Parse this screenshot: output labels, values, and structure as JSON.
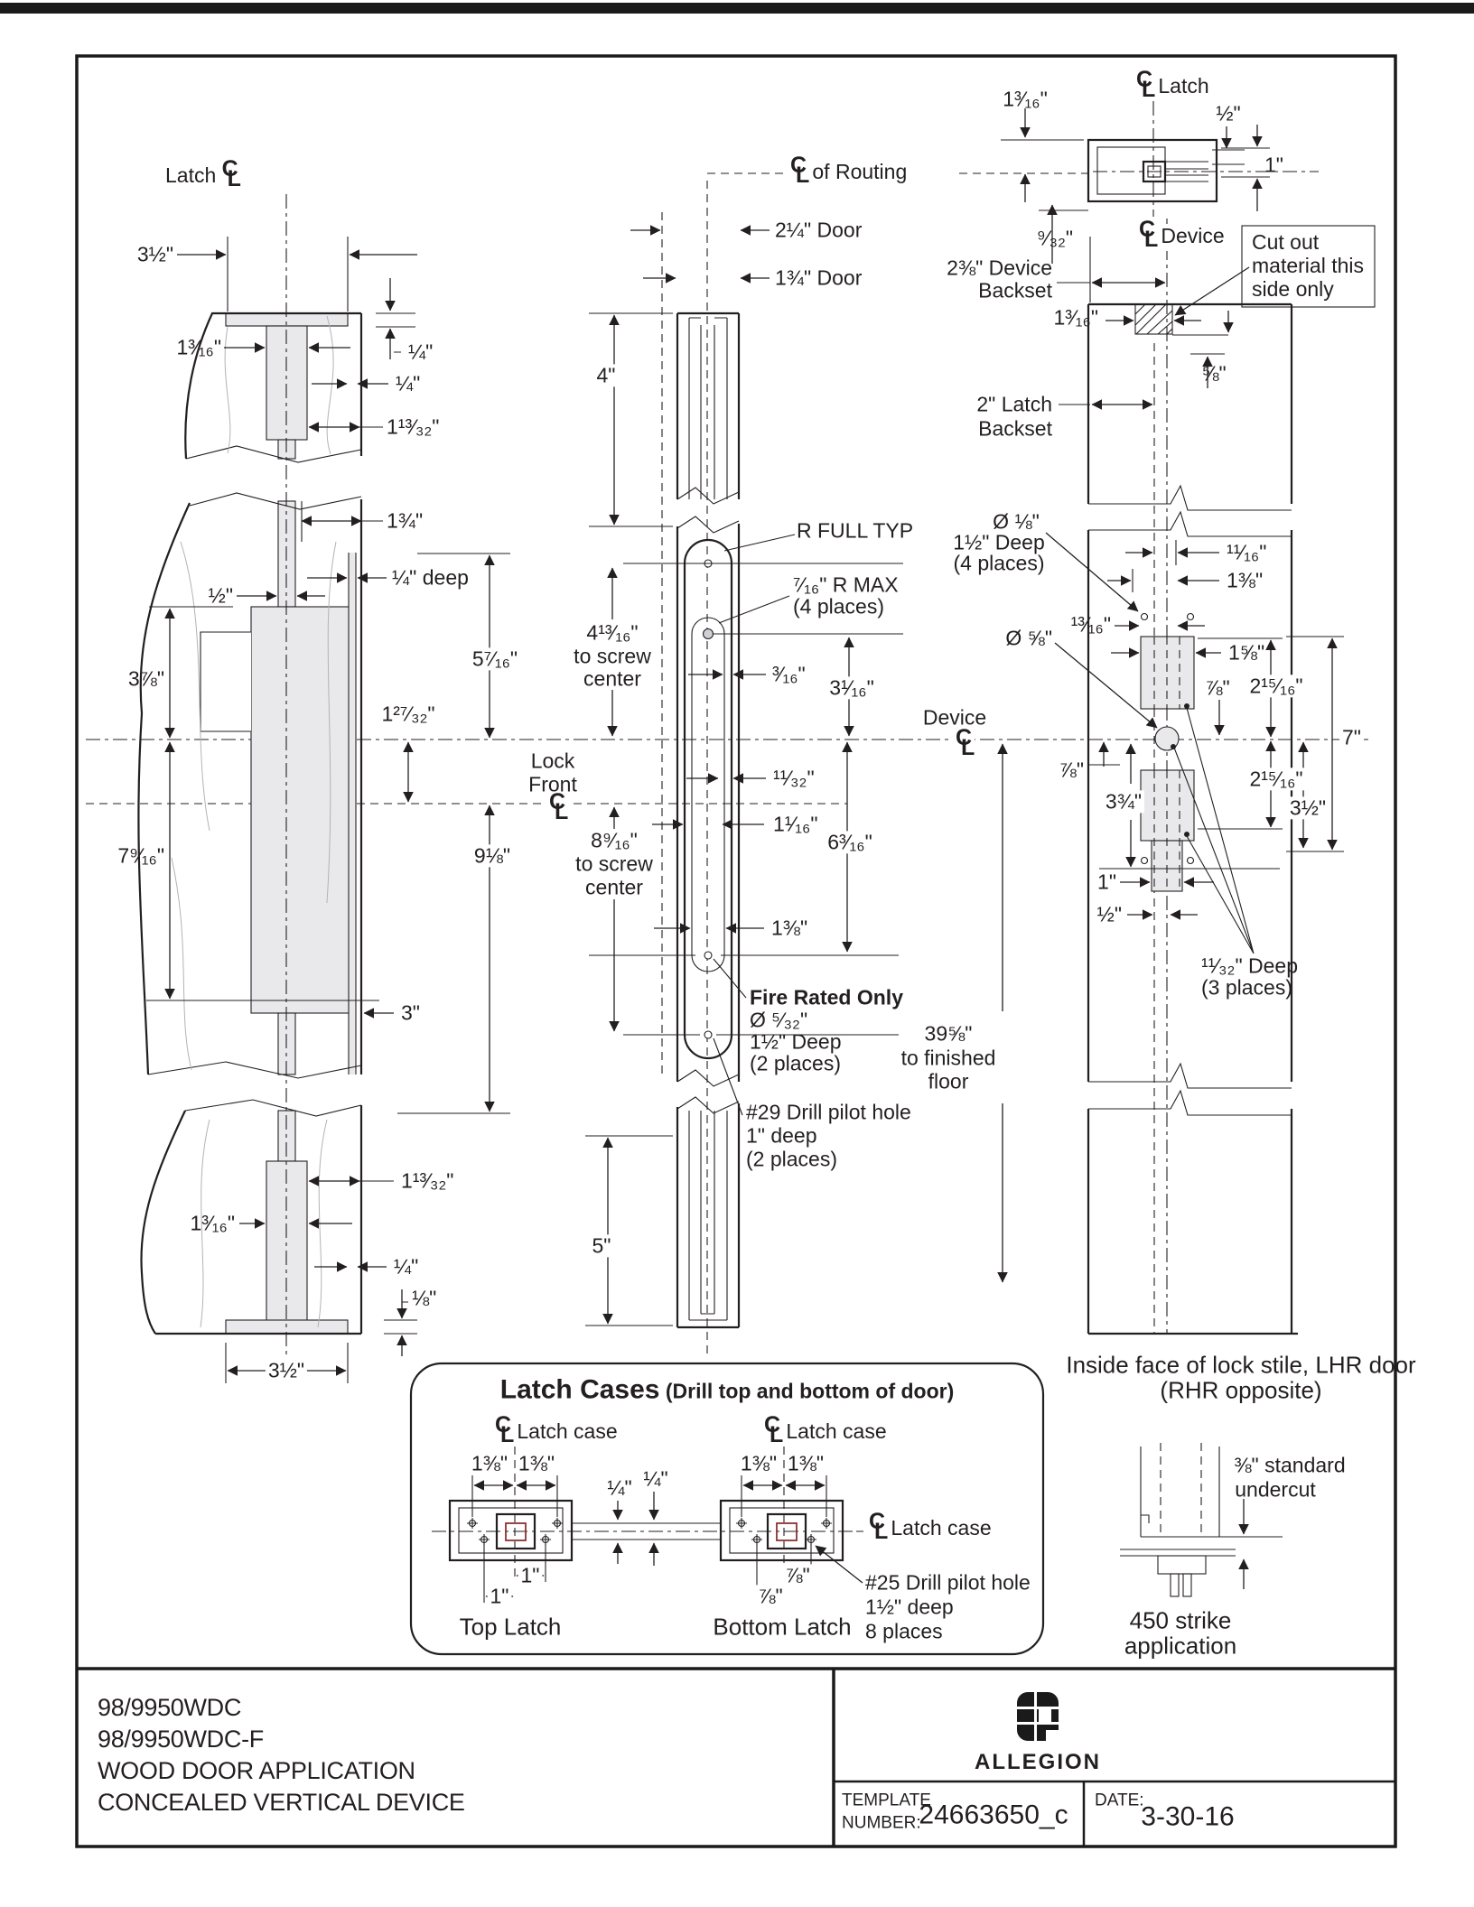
{
  "sym": {
    "c": "C",
    "l": "L"
  },
  "lv": {
    "latch": "Latch",
    "d35t": "3½\"",
    "d1316t": "1³⁄₁₆\"",
    "dq1": "¼\"",
    "dq2": "¼\"",
    "d11332t": "1¹³⁄₃₂\"",
    "d134": "1¾\"",
    "dqdeep": "¼\" deep",
    "dhalf": "½\"",
    "d378": "3⅞\"",
    "d5716": "5⁷⁄₁₆\"",
    "d12732": "1²⁷⁄₃₂\"",
    "d7916": "7⁹⁄₁₆\"",
    "d918": "9⅛\"",
    "d3": "3\"",
    "d11332b": "1¹³⁄₃₂\"",
    "d1316b": "1³⁄₁₆\"",
    "dq3": "¼\"",
    "d18": "⅛\"",
    "d35b": "3½\""
  },
  "cv": {
    "routing": "of Routing",
    "door214": "2¼\" Door",
    "door134": "1¾\" Door",
    "d4": "4\"",
    "rfull": "R FULL TYP",
    "rmax1": "⁷⁄₁₆\" R MAX",
    "rmax2": "(4 places)",
    "st1": "4¹³⁄₁₆\"",
    "st2": "to screw",
    "st3": "center",
    "d316": "³⁄₁₆\"",
    "d3116": "3¹⁄₁₆\"",
    "lock": "Lock",
    "front": "Front",
    "d1132": "¹¹⁄₃₂\"",
    "d1116": "1¹⁄₁₆\"",
    "d6316": "6³⁄₁₆\"",
    "sb1": "8⁹⁄₁₆\"",
    "sb2": "to screw",
    "sb3": "center",
    "d138": "1⅜\"",
    "fire1": "Fire Rated Only",
    "fire2": "Ø ⁵⁄₃₂\"",
    "fire3": "1½\" Deep",
    "fire4": "(2 places)",
    "dr29a": "#29 Drill pilot hole",
    "dr29b": "1\" deep",
    "dr29c": "(2 places)",
    "d5": "5\""
  },
  "rv": {
    "d1316t": "1³⁄₁₆\"",
    "latch": "Latch",
    "dhalft": "½\"",
    "d1t": "1\"",
    "d932": "⁹⁄₃₂\"",
    "device": "Device",
    "cutout": "Cut out material this side only",
    "bs238a": "2⅜\" Device",
    "bs238b": "Backset",
    "d1316m": "1³⁄₁₆\"",
    "d58": "⅝\"",
    "bs2a": "2\" Latch",
    "bs2b": "Backset",
    "h18a": "Ø ⅛\"",
    "h18b": "1½\" Deep",
    "h18c": "(4 places)",
    "d1116": "¹¹⁄₁₆\"",
    "d138": "1⅜\"",
    "d1316": "¹³⁄₁₆\"",
    "h58": "Ø ⅝\"",
    "d158": "1⅝\"",
    "d78r": "⅞\"",
    "d21516a": "2¹⁵⁄₁₆\"",
    "d7": "7\"",
    "device2": "Device",
    "d78l": "⅞\"",
    "d334": "3¾\"",
    "d21516b": "2¹⁵⁄₁₆\"",
    "d312": "3½\"",
    "d1b": "1\"",
    "dhalfb": "½\"",
    "deep1": "¹¹⁄₃₂\" Deep",
    "deep2": "(3 places)",
    "fl1": "39⅝\"",
    "fl2": "to finished",
    "fl3": "floor",
    "inface1": "Inside face of lock stile, LHR door",
    "inface2": "(RHR opposite)",
    "uc1": "⅜\" standard",
    "uc2": "undercut",
    "s450a": "450 strike",
    "s450b": "application"
  },
  "lc": {
    "title": "Latch Cases",
    "subtitle": "(Drill top and bottom of door)",
    "case1": "Latch case",
    "case2": "Latch case",
    "case3": "Latch case",
    "a38a": "1⅜\"",
    "a38b": "1⅜\"",
    "q1": "¼\"",
    "q2": "¼\"",
    "b38a": "1⅜\"",
    "b38b": "1⅜\"",
    "a1a": "1\"",
    "a1b": "1\"",
    "b78a": "⅞\"",
    "b78b": "⅞\"",
    "dr25a": "#25 Drill pilot hole",
    "dr25b": "1½\" deep",
    "dr25c": "8 places",
    "top": "Top Latch",
    "bottom": "Bottom Latch"
  },
  "tb": {
    "l1": "98/9950WDC",
    "l2": "98/9950WDC-F",
    "l3": "WOOD DOOR APPLICATION",
    "l4": "CONCEALED VERTICAL DEVICE",
    "brand": "ALLEGION",
    "tpl1": "TEMPLATE",
    "tpl2": "NUMBER:",
    "tplv": "24663650_c",
    "datel": "DATE:",
    "datev": "3-30-16"
  }
}
